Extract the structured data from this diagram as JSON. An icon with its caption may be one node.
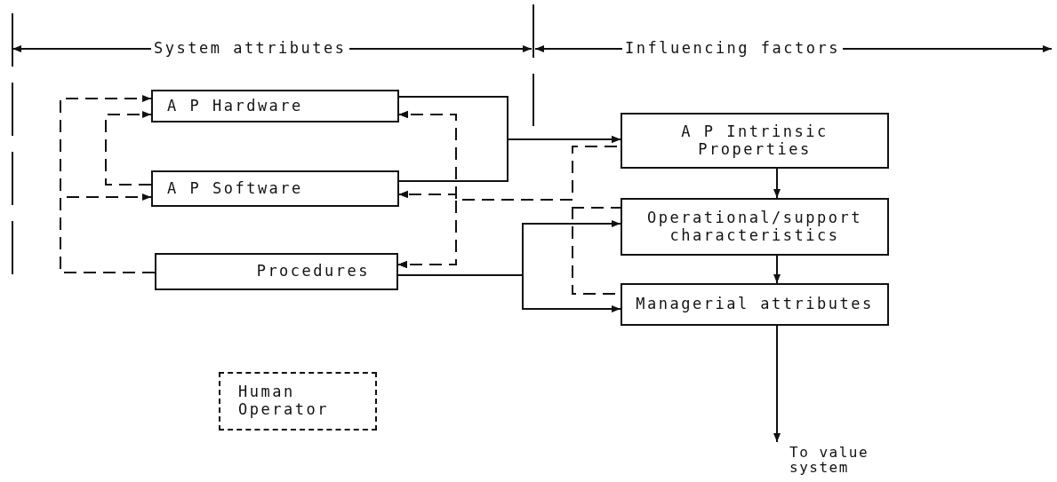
{
  "diagram": {
    "nodes": [
      {
        "text": [
          "A P Hardware"
        ]
      },
      {
        "text": [
          "A P Software"
        ]
      },
      {
        "text": [
          "Procedures"
        ]
      },
      {
        "text": [
          "A P Intrinsic Properties"
        ]
      },
      {
        "text": [
          "Operational/support characteristics"
        ]
      },
      {
        "text": [
          "Managerial attributes"
        ]
      },
      {
        "text": [
          "Human Operator"
        ]
      },
      {
        "text": [
          "To value system"
        ]
      }
    ],
    "edges": [
      {
        "from": 0,
        "to": 3,
        "arrow": "to"
      },
      {
        "from": 1,
        "to": 3,
        "arrow": "to"
      },
      {
        "from": 2,
        "to": 4,
        "arrow": "to"
      },
      {
        "from": 2,
        "to": 5,
        "arrow": "to"
      },
      {
        "from": 3,
        "to": 4,
        "arrow": "to"
      },
      {
        "from": 4,
        "to": 5,
        "arrow": "to"
      },
      {
        "from": 5,
        "to": 7,
        "arrow": "to"
      },
      {
        "from": 2,
        "to": 0,
        "arrow": "to",
        "style": "dashed"
      },
      {
        "from": 2,
        "to": 1,
        "arrow": "to",
        "style": "dashed"
      },
      {
        "from": 1,
        "to": 0,
        "arrow": "to",
        "style": "dashed"
      },
      {
        "from": 3,
        "to": 0,
        "arrow": "to",
        "style": "dashed"
      },
      {
        "from": 3,
        "to": 1,
        "arrow": "to",
        "style": "dashed"
      },
      {
        "from": 3,
        "to": 2,
        "arrow": "to",
        "style": "dashed"
      },
      {
        "from": 4,
        "to": 0,
        "arrow": "to",
        "style": "dashed"
      },
      {
        "from": 4,
        "to": 1,
        "arrow": "to",
        "style": "dashed"
      },
      {
        "from": 4,
        "to": 2,
        "arrow": "to",
        "style": "dashed"
      },
      {
        "from": 5,
        "to": 0,
        "arrow": "to",
        "style": "dashed"
      },
      {
        "from": 5,
        "to": 1,
        "arrow": "to",
        "style": "dashed"
      },
      {
        "from": 5,
        "to": 2,
        "arrow": "to",
        "style": "dashed"
      }
    ],
    "labels": [
      "System attributes",
      "Influencing factors"
    ]
  }
}
